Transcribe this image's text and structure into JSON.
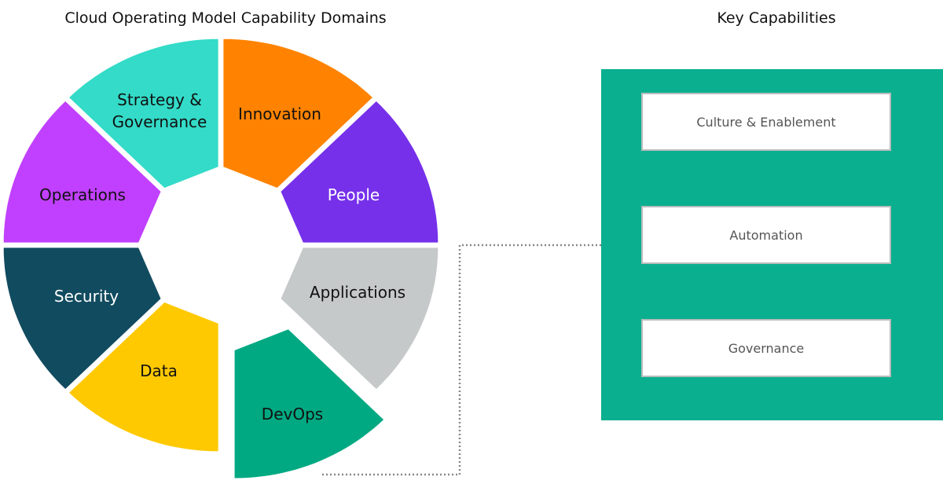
{
  "left_title": "Cloud Operating Model Capability Domains",
  "right_title": "Key Capabilities",
  "domains": [
    {
      "label": "Innovation",
      "lines": [
        "Innovation"
      ],
      "color": "#ff8300",
      "text_color": "#111111"
    },
    {
      "label": "People",
      "lines": [
        "People"
      ],
      "color": "#7630ea",
      "text_color": "#ffffff"
    },
    {
      "label": "Applications",
      "lines": [
        "Applications"
      ],
      "color": "#c6c9ca",
      "text_color": "#111111"
    },
    {
      "label": "DevOps",
      "lines": [
        "DevOps"
      ],
      "color": "#01a982",
      "text_color": "#111111"
    },
    {
      "label": "Data",
      "lines": [
        "Data"
      ],
      "color": "#fec901",
      "text_color": "#111111"
    },
    {
      "label": "Security",
      "lines": [
        "Security"
      ],
      "color": "#114b5f",
      "text_color": "#ffffff"
    },
    {
      "label": "Operations",
      "lines": [
        "Operations"
      ],
      "color": "#c140ff",
      "text_color": "#111111"
    },
    {
      "label": "Strategy & Governance",
      "lines": [
        "Strategy &",
        "Governance"
      ],
      "color": "#33dbc8",
      "text_color": "#111111"
    }
  ],
  "key_capabilities": [
    "Culture & Enablement",
    "Automation",
    "Governance"
  ],
  "colors": {
    "panel": "#0aaf8f",
    "connector": "#888888"
  }
}
